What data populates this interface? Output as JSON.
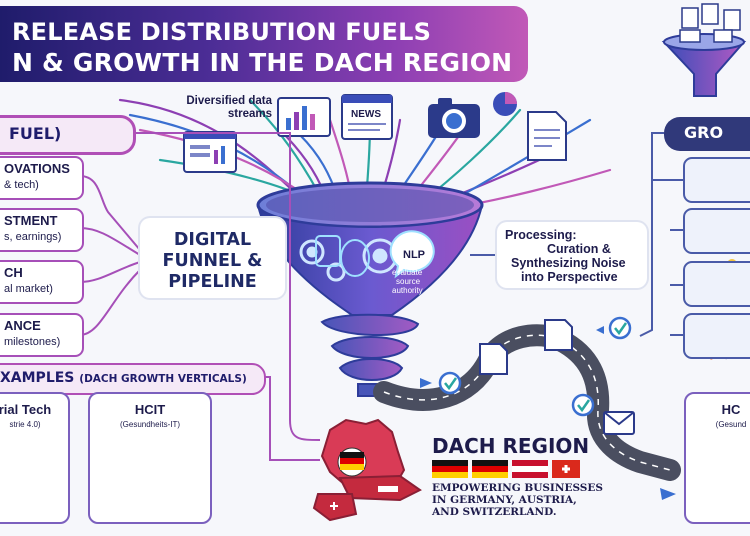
{
  "title": {
    "line1": "RELEASE DISTRIBUTION FUELS",
    "line2": "N & GROWTH IN THE DACH REGION"
  },
  "fuel": {
    "header": "FUEL)",
    "items": [
      {
        "title": "OVATIONS",
        "sub": "& tech)"
      },
      {
        "title": "STMENT",
        "sub": "s, earnings)"
      },
      {
        "title": "CH",
        "sub": "al market)"
      },
      {
        "title": "ANCE",
        "sub": "milestones)"
      }
    ]
  },
  "growth": {
    "header": "GRO",
    "icons": [
      "handshake-icon",
      "shield-check-icon",
      "team-idea-icon",
      "rocket-icon"
    ]
  },
  "streams_label": "Diversified data streams",
  "stream_icons": [
    "bar-chart-icon",
    "news-icon",
    "camera-icon",
    "pie-chart-icon",
    "document-icon"
  ],
  "news_label": "NEWS",
  "funnel": {
    "label": [
      "DIGITAL",
      "FUNNEL &",
      "PIPELINE"
    ],
    "nlp_label": "NLP",
    "evaluate_label": [
      "evaluate",
      "source",
      "authority"
    ]
  },
  "processing": {
    "line1": "Processing:",
    "line2": "Curation &",
    "line3": "Synthesizing Noise",
    "line4": "into Perspective"
  },
  "examples": {
    "header": "XAMPLES",
    "header_sub": "(DACH GROWTH VERTICALS)",
    "cards": [
      {
        "title": "rial Tech",
        "sub": "strie 4.0)"
      },
      {
        "title": "HCIT",
        "sub": "(Gesundheits-IT)"
      },
      {
        "title": "HC",
        "sub": "(Gesund"
      }
    ]
  },
  "dach": {
    "title": "DACH REGION",
    "sub1": "EMPOWERING BUSINESSES",
    "sub2": "IN GERMANY, AUSTRIA,",
    "sub3": "AND SWITZERLAND.",
    "flags": [
      "germany-flag",
      "germany-flag",
      "austria-flag",
      "switzerland-flag"
    ]
  },
  "colors": {
    "navy": "#1f1c6b",
    "purple": "#8d3fb3",
    "magenta": "#c159b7",
    "blue": "#3a6fd0",
    "teal": "#2aa7a0"
  }
}
